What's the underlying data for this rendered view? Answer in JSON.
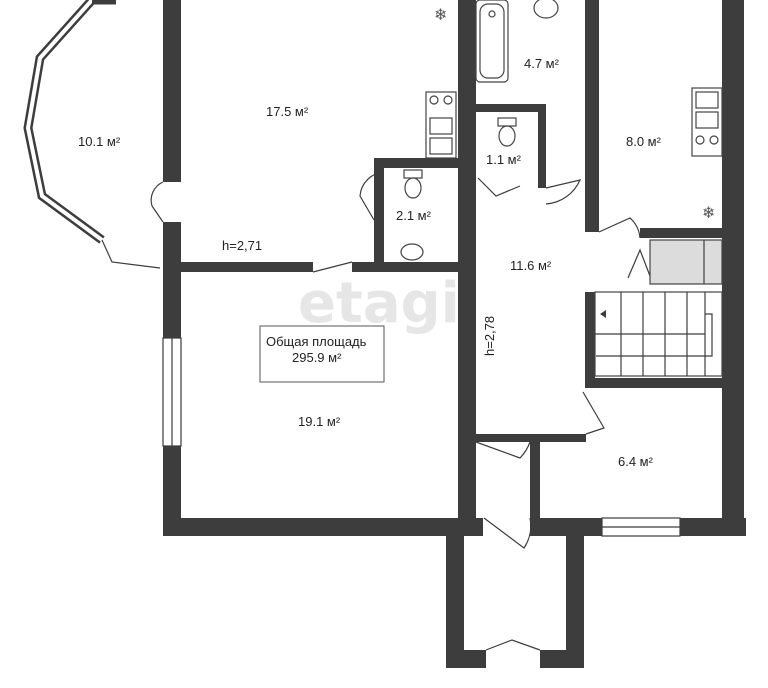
{
  "rooms": [
    {
      "id": "room-10-1",
      "area": "10.1 м²"
    },
    {
      "id": "room-17-5",
      "area": "17.5 м²"
    },
    {
      "id": "room-4-7",
      "area": "4.7 м²"
    },
    {
      "id": "room-8-0",
      "area": "8.0 м²"
    },
    {
      "id": "room-1-1",
      "area": "1.1 м²"
    },
    {
      "id": "room-2-1",
      "area": "2.1 м²"
    },
    {
      "id": "room-11-6",
      "area": "11.6 м²"
    },
    {
      "id": "room-19-1",
      "area": "19.1 м²"
    },
    {
      "id": "room-6-4",
      "area": "6.4 м²"
    }
  ],
  "heights": {
    "left": "h=2,71",
    "center": "h=2,78"
  },
  "total": {
    "label": "Общая площадь",
    "value": "295.9 м²"
  },
  "watermark": "etagi",
  "colors": {
    "wall": "#3d3d3d",
    "background": "#ffffff",
    "watermark": "#e6e6e6"
  }
}
